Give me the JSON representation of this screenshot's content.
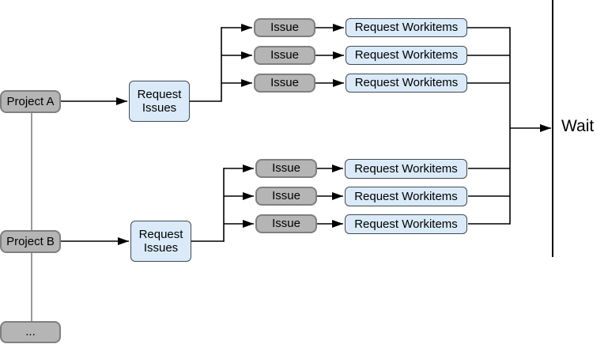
{
  "diagram": {
    "nodes": {
      "project_a": "Project A",
      "project_b": "Project B",
      "more_projects": "...",
      "request_issues": "Request Issues",
      "issue": "Issue",
      "request_workitems": "Request Workitems",
      "wait": "Wait"
    },
    "colors": {
      "background": "#ffffff",
      "gray_node_fill": "#b5b5b5",
      "gray_node_border": "#7f7f7f",
      "blue_node_fill": "#daeaf8",
      "blue_node_border": "#444a52",
      "connector": "#000000",
      "project_link": "#808080",
      "text": "#000000"
    }
  }
}
